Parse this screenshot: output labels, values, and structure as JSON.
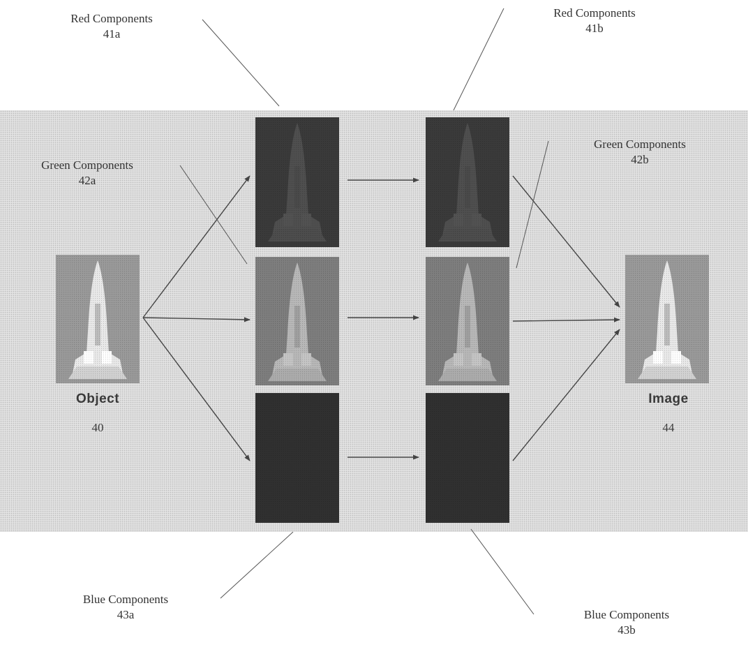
{
  "labels": {
    "red_a": {
      "name": "Red Components",
      "ref": "41a"
    },
    "red_b": {
      "name": "Red Components",
      "ref": "41b"
    },
    "green_a": {
      "name": "Green Components",
      "ref": "42a"
    },
    "green_b": {
      "name": "Green Components",
      "ref": "42b"
    },
    "blue_a": {
      "name": "Blue Components",
      "ref": "43a"
    },
    "blue_b": {
      "name": "Blue Components",
      "ref": "43b"
    }
  },
  "object": {
    "caption": "Object",
    "ref": "40"
  },
  "image": {
    "caption": "Image",
    "ref": "44"
  },
  "colors": {
    "background_band": "#e2e2e2",
    "red_panel": "#3a3a3a",
    "green_panel": "#7e7e7e",
    "blue_panel": "#303030",
    "line": "#444444"
  }
}
